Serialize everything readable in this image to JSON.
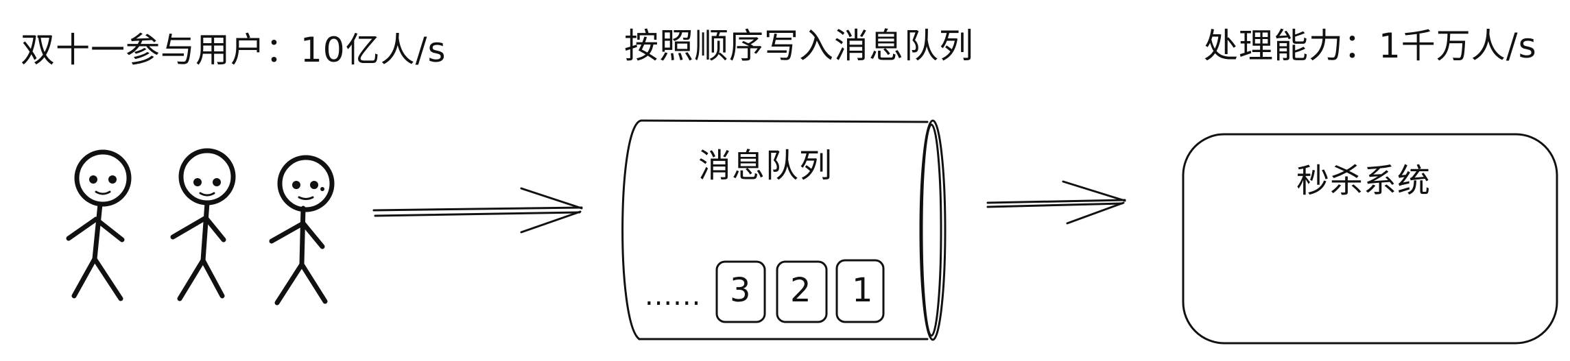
{
  "headings": {
    "users": "双十一参与用户：10亿人/s",
    "queue_step": "按照顺序写入消息队列",
    "capacity": "处理能力：1千万人/s"
  },
  "queue": {
    "title": "消息队列",
    "ellipsis": "......",
    "messages": [
      "3",
      "2",
      "1"
    ]
  },
  "system": {
    "title": "秒杀系统"
  }
}
